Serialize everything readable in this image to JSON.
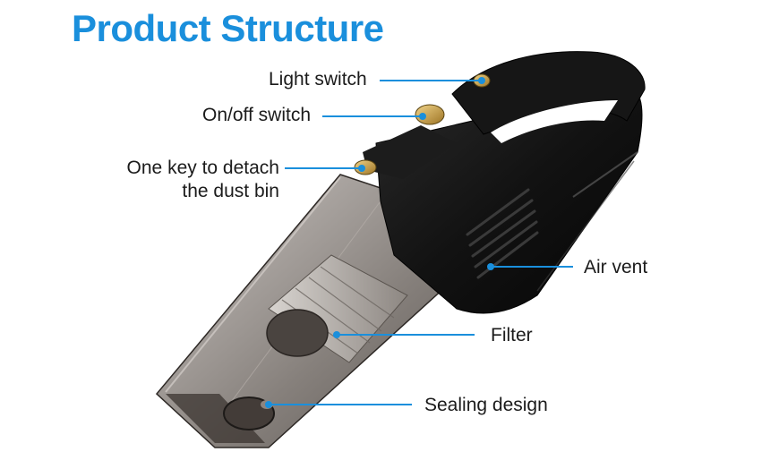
{
  "title": "Product Structure",
  "callouts": {
    "light_switch": "Light switch",
    "onoff_switch": "On/off switch",
    "detach_line1": "One key to detach",
    "detach_line2": "the dust bin",
    "air_vent": "Air vent",
    "filter": "Filter",
    "sealing": "Sealing design"
  },
  "colors": {
    "title": "#1a8fdc",
    "leader": "#1a8fdc",
    "body": "#141414",
    "button_gold": "#c9a24a",
    "bin_tint": "#6b625c"
  }
}
